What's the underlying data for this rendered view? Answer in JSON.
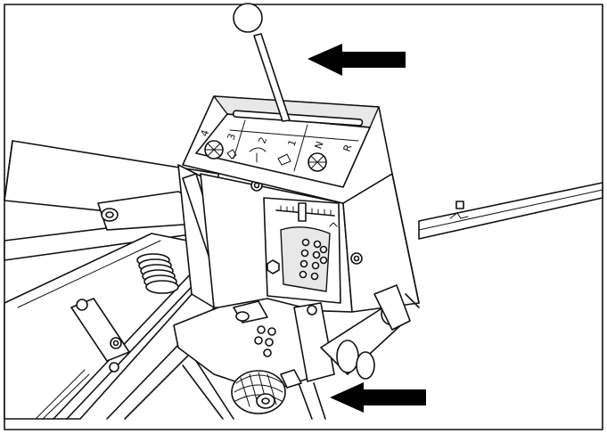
{
  "panel": {
    "gear_labels": {
      "fourth": "4",
      "third": "3",
      "second": "2",
      "first": "1",
      "neutral": "N",
      "reverse": "R"
    }
  },
  "colors": {
    "line": "#111111",
    "background": "#ffffff",
    "arrow": "#000000"
  },
  "icons": {
    "arrow_top": "arrow-left-icon",
    "arrow_bottom": "arrow-left-icon",
    "knob": "knurled-knob-icon",
    "lever": "shift-lever-icon"
  }
}
